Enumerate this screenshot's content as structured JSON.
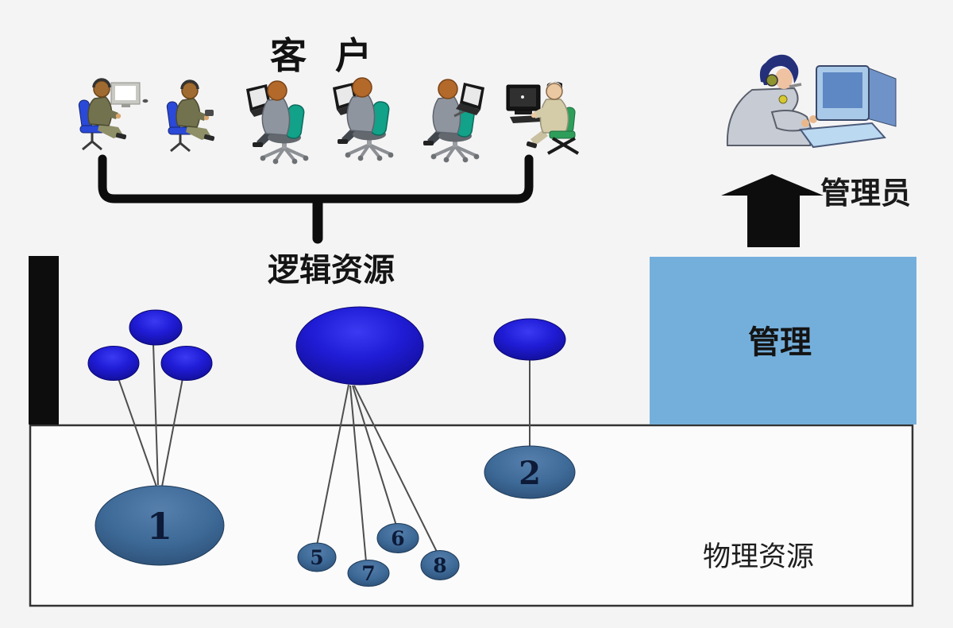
{
  "diagram": {
    "title": "客 户",
    "labels": {
      "logical_resources": "逻辑资源",
      "management": "管理",
      "administrator": "管理员",
      "physical_resources": "物理资源"
    },
    "client_count": 6,
    "logical_nodes": {
      "left_cluster_count": 3,
      "center_count": 1,
      "right_count": 1
    },
    "physical_nodes": {
      "n1": "1",
      "n2": "2",
      "n5": "5",
      "n6": "6",
      "n7": "7",
      "n8": "8"
    },
    "colors": {
      "background": "#f5f4f5",
      "logical_ellipse_blue": "#1d18d0",
      "physical_ellipse_steel": "#3e6a98",
      "management_box_blue": "#74afdc",
      "ink_black": "#0d0d0d",
      "chair_teal": "#12a189",
      "chair_blue": "#2a49d8",
      "chair_green": "#2e9e5b"
    }
  }
}
